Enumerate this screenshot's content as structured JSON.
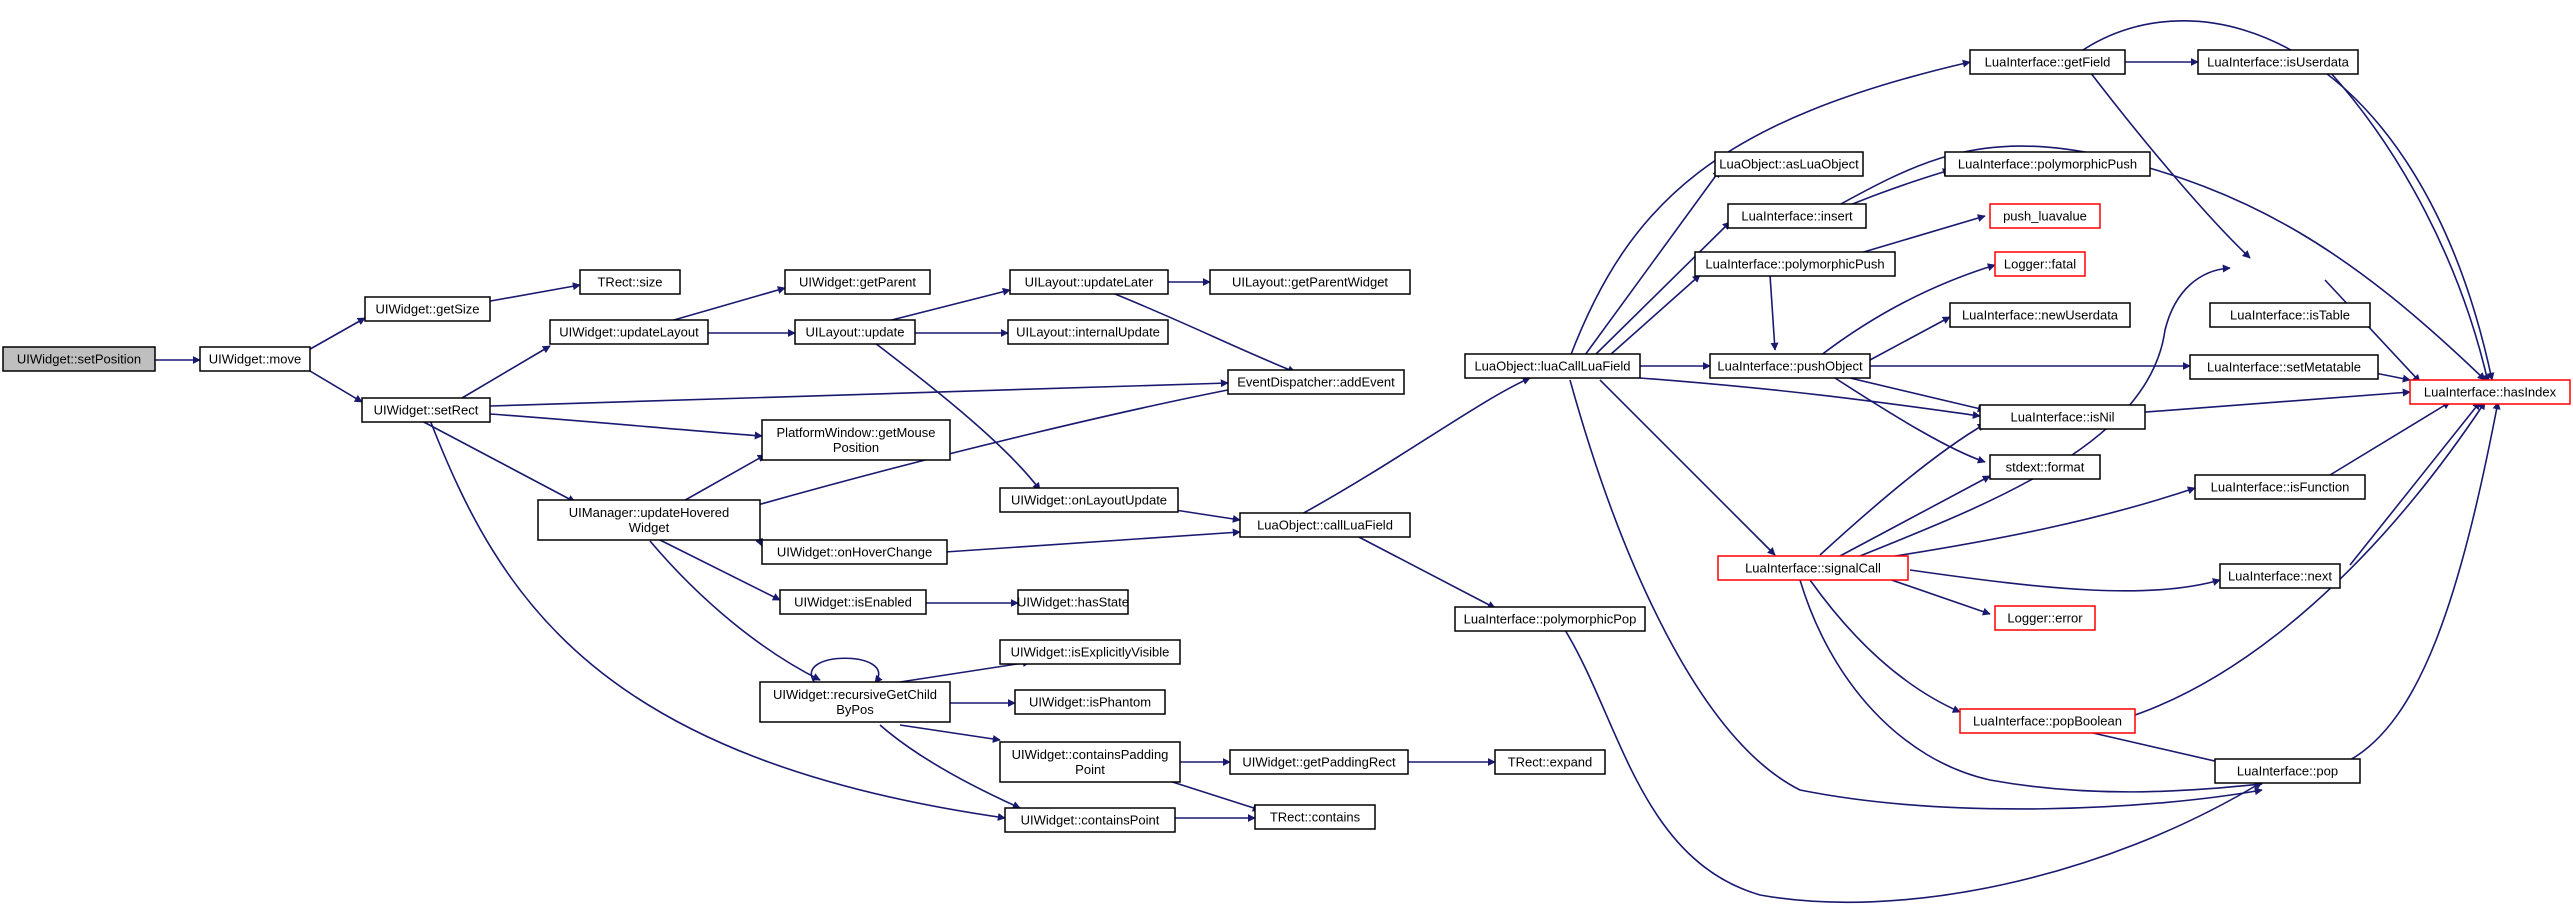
{
  "diagram": {
    "type": "call-graph",
    "colors": {
      "edge": "#191970",
      "root_fill": "#bfbfbf",
      "red_border": "#ff0000"
    },
    "nodes": [
      {
        "id": "n1",
        "label": [
          "UIWidget::setPosition"
        ],
        "root": true
      },
      {
        "id": "n2",
        "label": [
          "UIWidget::move"
        ]
      },
      {
        "id": "n3",
        "label": [
          "UIWidget::getSize"
        ]
      },
      {
        "id": "n4",
        "label": [
          "UIWidget::setRect"
        ]
      },
      {
        "id": "n5",
        "label": [
          "TRect::size"
        ]
      },
      {
        "id": "n6",
        "label": [
          "UIWidget::updateLayout"
        ]
      },
      {
        "id": "n7",
        "label": [
          "UIWidget::getParent"
        ]
      },
      {
        "id": "n8",
        "label": [
          "UILayout::update"
        ]
      },
      {
        "id": "n9",
        "label": [
          "UILayout::updateLater"
        ]
      },
      {
        "id": "n10",
        "label": [
          "UILayout::getParentWidget"
        ]
      },
      {
        "id": "n11",
        "label": [
          "UILayout::internalUpdate"
        ]
      },
      {
        "id": "n12",
        "label": [
          "EventDispatcher::addEvent"
        ]
      },
      {
        "id": "n13",
        "label": [
          "PlatformWindow::getMouse",
          "Position"
        ]
      },
      {
        "id": "n14",
        "label": [
          "UIManager::updateHovered",
          "Widget"
        ]
      },
      {
        "id": "n15",
        "label": [
          "UIWidget::onLayoutUpdate"
        ]
      },
      {
        "id": "n16",
        "label": [
          "UIWidget::onHoverChange"
        ]
      },
      {
        "id": "n17",
        "label": [
          "LuaObject::callLuaField"
        ]
      },
      {
        "id": "n18",
        "label": [
          "UIWidget::isEnabled"
        ]
      },
      {
        "id": "n19",
        "label": [
          "UIWidget::hasState"
        ]
      },
      {
        "id": "n20",
        "label": [
          "UIWidget::recursiveGetChild",
          "ByPos"
        ]
      },
      {
        "id": "n21",
        "label": [
          "UIWidget::isExplicitlyVisible"
        ]
      },
      {
        "id": "n22",
        "label": [
          "UIWidget::isPhantom"
        ]
      },
      {
        "id": "n23",
        "label": [
          "UIWidget::containsPadding",
          "Point"
        ]
      },
      {
        "id": "n24",
        "label": [
          "UIWidget::getPaddingRect"
        ]
      },
      {
        "id": "n25",
        "label": [
          "TRect::expand"
        ]
      },
      {
        "id": "n26",
        "label": [
          "UIWidget::containsPoint"
        ]
      },
      {
        "id": "n27",
        "label": [
          "TRect::contains"
        ]
      },
      {
        "id": "n28",
        "label": [
          "LuaInterface::polymorphicPop"
        ]
      },
      {
        "id": "n29",
        "label": [
          "LuaObject::luaCallLuaField"
        ]
      },
      {
        "id": "n30",
        "label": [
          "LuaObject::asLuaObject"
        ]
      },
      {
        "id": "n31",
        "label": [
          "LuaInterface::insert"
        ]
      },
      {
        "id": "n32",
        "label": [
          "LuaInterface::polymorphicPush"
        ]
      },
      {
        "id": "n33",
        "label": [
          "LuaInterface::pushObject"
        ]
      },
      {
        "id": "n34",
        "label": [
          "LuaInterface::signalCall"
        ],
        "red": true
      },
      {
        "id": "n35",
        "label": [
          "LuaInterface::getField"
        ]
      },
      {
        "id": "n36",
        "label": [
          "LuaInterface::isUserdata"
        ]
      },
      {
        "id": "n37",
        "label": [
          "LuaInterface::polymorphicPush"
        ]
      },
      {
        "id": "n38",
        "label": [
          "push_luavalue"
        ],
        "red": true
      },
      {
        "id": "n39",
        "label": [
          "Logger::fatal"
        ],
        "red": true
      },
      {
        "id": "n40",
        "label": [
          "LuaInterface::newUserdata"
        ]
      },
      {
        "id": "n41",
        "label": [
          "LuaInterface::isNil"
        ]
      },
      {
        "id": "n42",
        "label": [
          "stdext::format"
        ]
      },
      {
        "id": "n43",
        "label": [
          "Logger::error"
        ],
        "red": true
      },
      {
        "id": "n44",
        "label": [
          "LuaInterface::popBoolean"
        ],
        "red": true
      },
      {
        "id": "n45",
        "label": [
          "LuaInterface::pop"
        ]
      },
      {
        "id": "n46",
        "label": [
          "LuaInterface::isTable"
        ]
      },
      {
        "id": "n47",
        "label": [
          "LuaInterface::setMetatable"
        ]
      },
      {
        "id": "n48",
        "label": [
          "LuaInterface::isFunction"
        ]
      },
      {
        "id": "n49",
        "label": [
          "LuaInterface::next"
        ]
      },
      {
        "id": "n50",
        "label": [
          "LuaInterface::hasIndex"
        ],
        "red": true
      }
    ]
  }
}
